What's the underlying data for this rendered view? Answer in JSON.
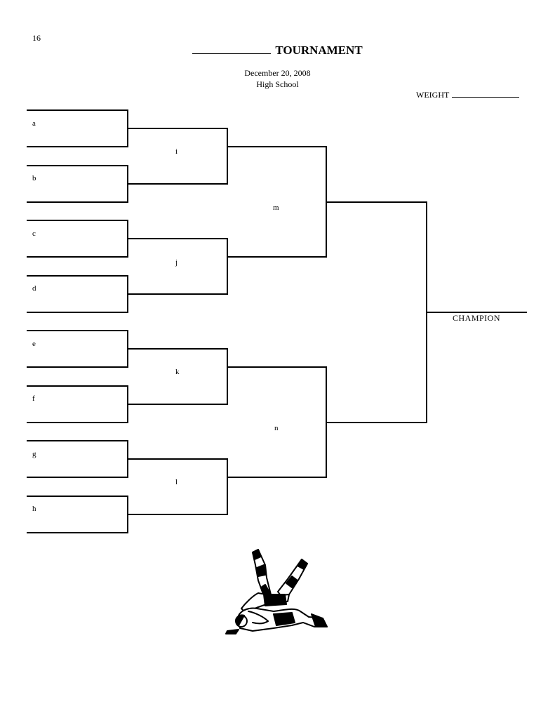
{
  "page_number": "16",
  "header": {
    "title": "TOURNAMENT",
    "date": "December 20, 2008",
    "school": "High School",
    "weight_label": "WEIGHT"
  },
  "bracket": {
    "round1": [
      "a",
      "b",
      "c",
      "d",
      "e",
      "f",
      "g",
      "h"
    ],
    "round2": [
      "i",
      "j",
      "k",
      "l"
    ],
    "round3": [
      "m",
      "n"
    ],
    "final_label": "CHAMPION"
  },
  "illustration": {
    "icon": "wrestlers-icon"
  }
}
